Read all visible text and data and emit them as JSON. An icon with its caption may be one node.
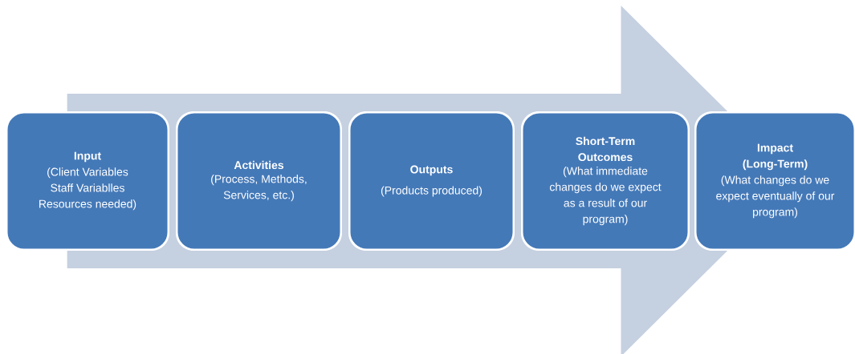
{
  "diagram": {
    "nodes": [
      {
        "text": [
          "Input",
          "(Client Variables Staff Variablles Resources needed)"
        ]
      },
      {
        "text": [
          "Activities",
          "(Process, Methods, Services, etc.)"
        ]
      },
      {
        "text": [
          "Outputs",
          "(Products produced)"
        ]
      },
      {
        "text": [
          "Short-Term Outcomes",
          "(What immediate changes do we expect as a result of our program)"
        ]
      },
      {
        "text": [
          "Impact (Long-Term)",
          "(What changes do we expect eventually of our program)"
        ]
      }
    ],
    "edges": [
      {
        "from": 0,
        "to": 4,
        "arrow": "to"
      }
    ]
  }
}
